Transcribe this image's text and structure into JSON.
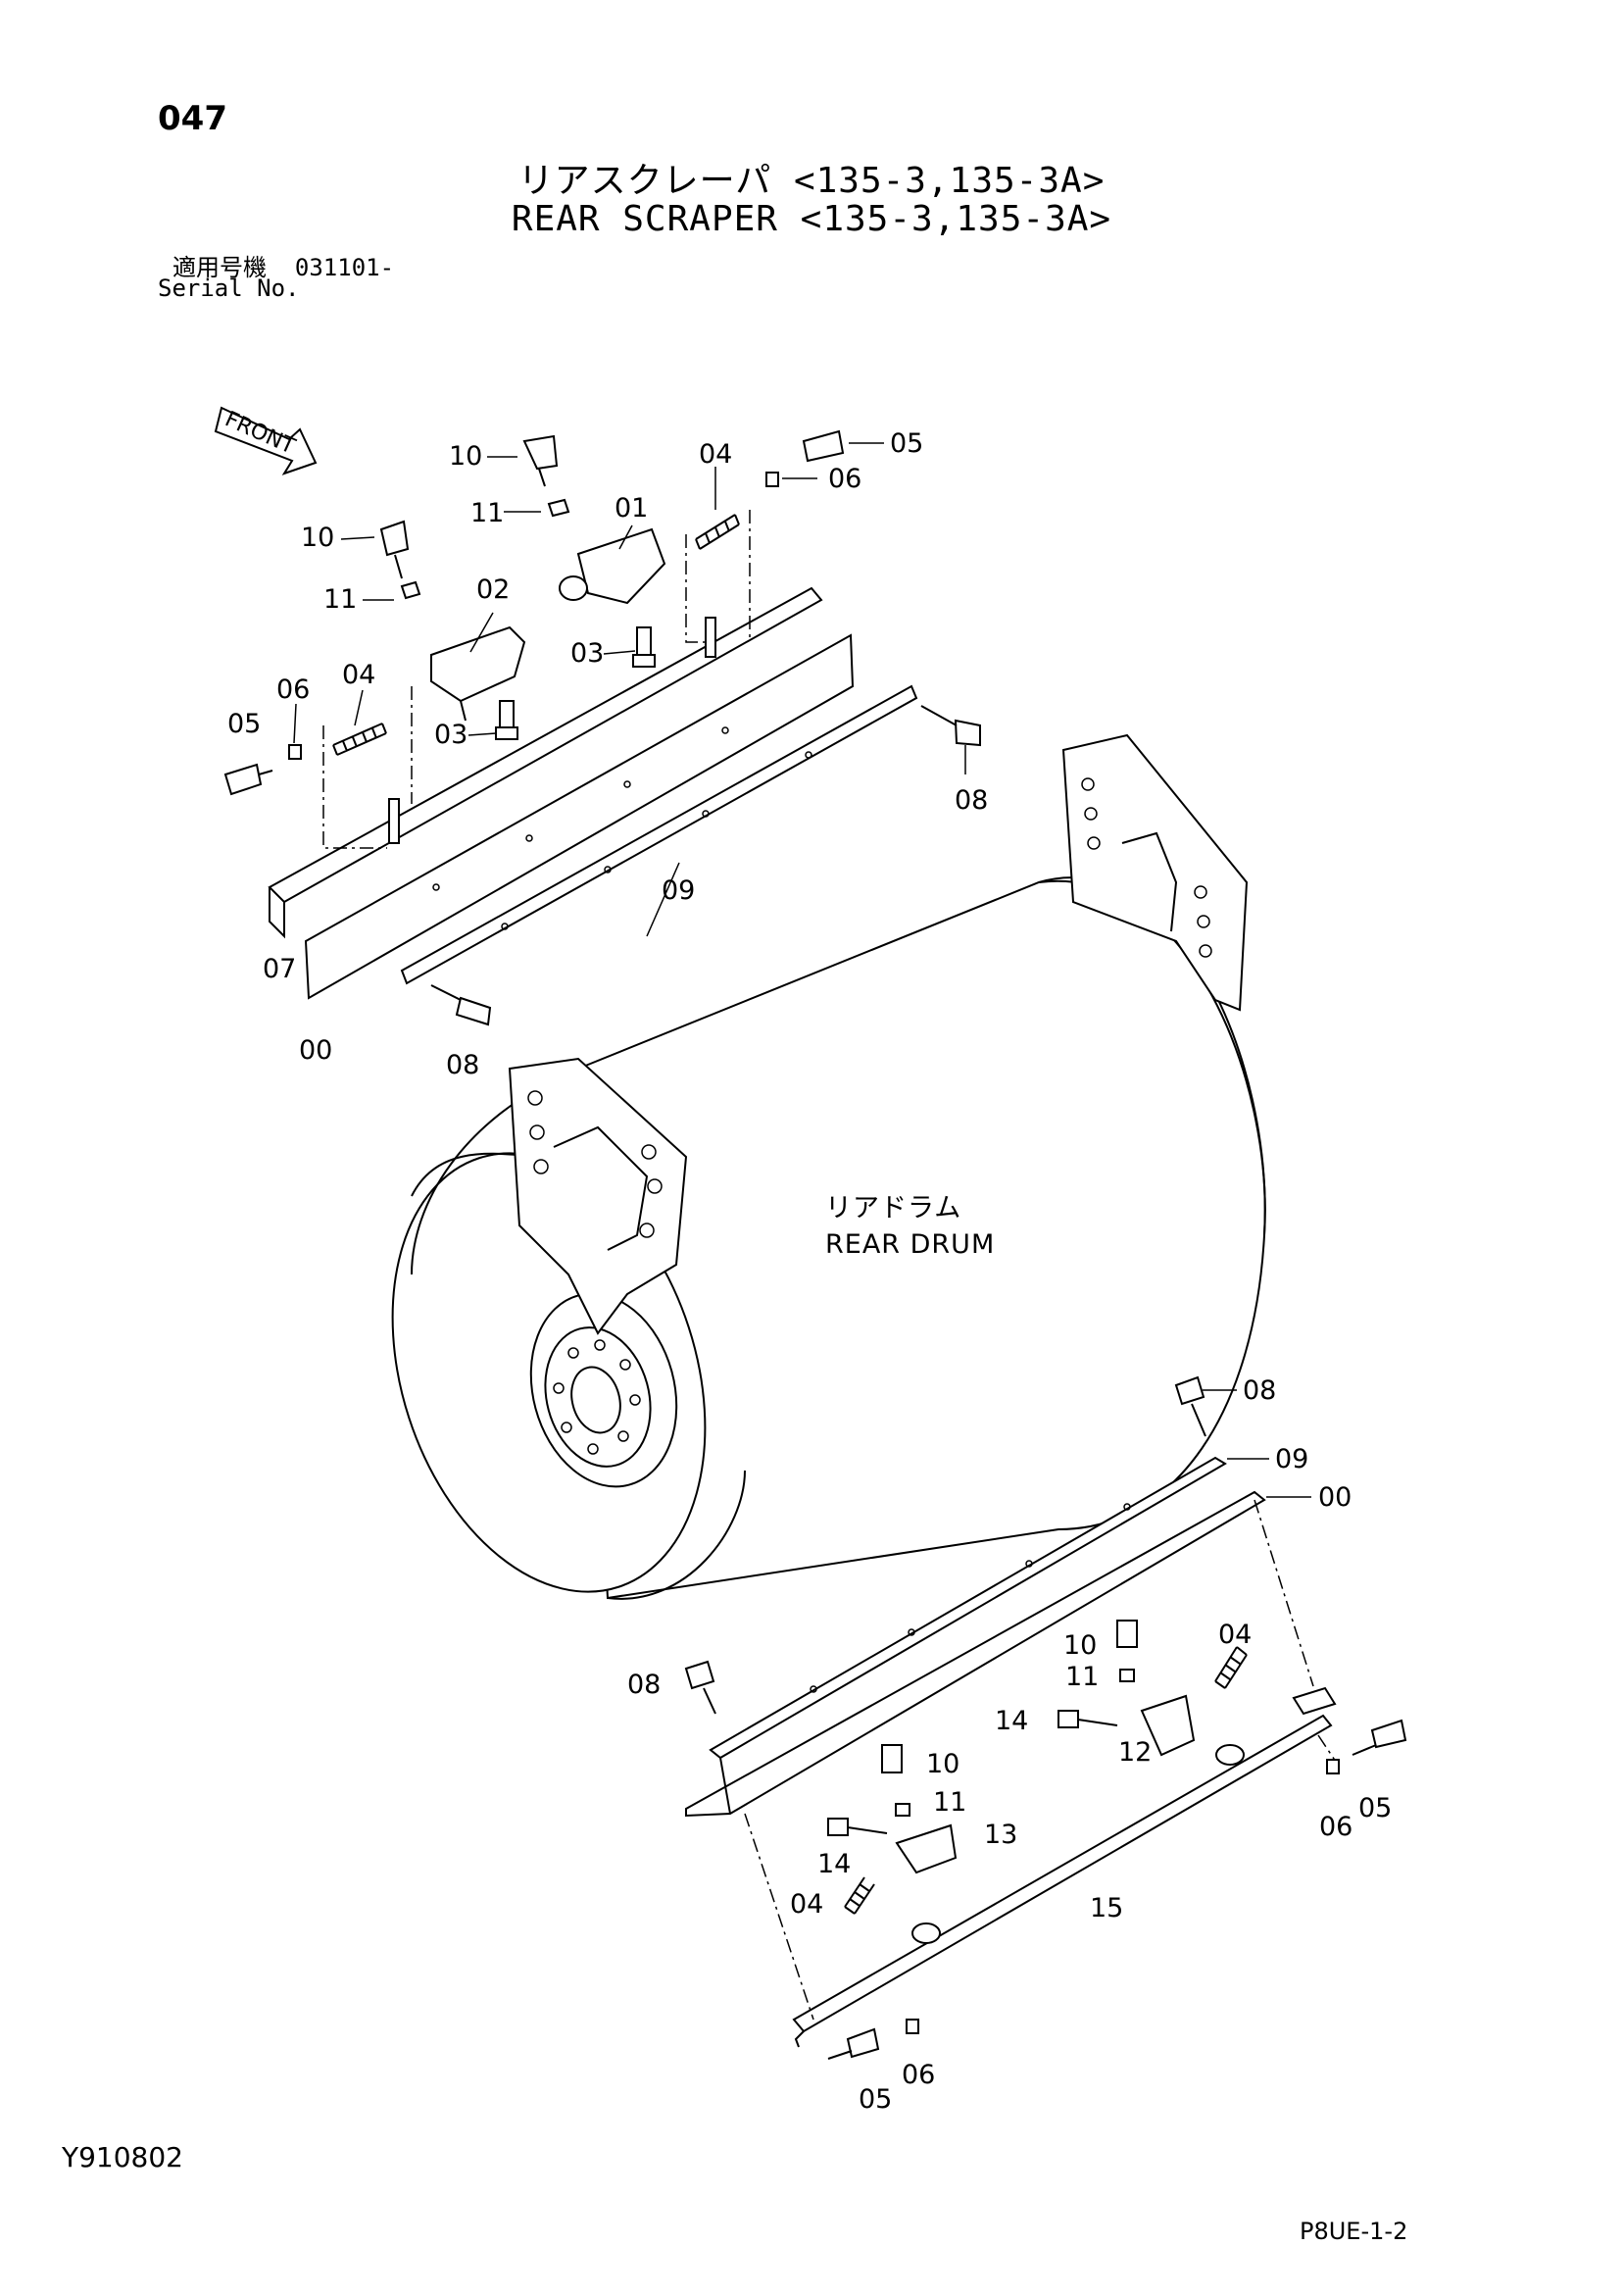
{
  "header": {
    "page_number": "047",
    "title_jp": "リアスクレーパ <135-3,135-3A>",
    "title_en": "REAR SCRAPER <135-3,135-3A>",
    "serial_label_jp": "適用号機",
    "serial_value": "031101-",
    "serial_label_en": "Serial No."
  },
  "diagram": {
    "front_label": "FRONT",
    "drum_label_jp": "リアドラム",
    "drum_label_en": "REAR DRUM",
    "callouts": {
      "c00_upper": "00",
      "c01": "01",
      "c02": "02",
      "c03_a": "03",
      "c03_b": "03",
      "c04_a": "04",
      "c04_b": "04",
      "c05_a": "05",
      "c05_b": "05",
      "c06_a": "06",
      "c06_b": "06",
      "c07": "07",
      "c08_a": "08",
      "c08_b": "08",
      "c09_upper": "09",
      "c10_a": "10",
      "c10_b": "10",
      "c11_a": "11",
      "c11_b": "11",
      "c08_lower_a": "08",
      "c09_lower": "09",
      "c00_lower": "00",
      "c08_lower_b": "08",
      "c10_c": "10",
      "c11_c": "11",
      "c04_c": "04",
      "c14_a": "14",
      "c12": "12",
      "c10_d": "10",
      "c11_d": "11",
      "c13": "13",
      "c14_b": "14",
      "c04_d": "04",
      "c15": "15",
      "c05_c": "05",
      "c06_c": "06",
      "c05_d": "05",
      "c06_d": "06"
    }
  },
  "footer": {
    "drawing_number": "Y910802",
    "sheet_code": "P8UE-1-2"
  }
}
